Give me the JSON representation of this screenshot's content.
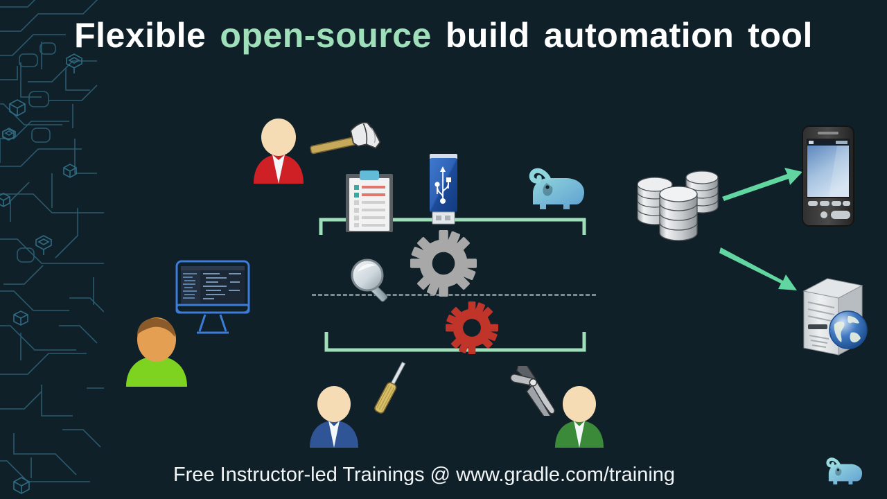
{
  "slide": {
    "background_color": "#102029",
    "accent_color": "#9fe0ba",
    "title": {
      "words": [
        {
          "text": "Flexible",
          "accent": false
        },
        {
          "text": "open-source",
          "accent": true
        },
        {
          "text": "build",
          "accent": false
        },
        {
          "text": "automation",
          "accent": false
        },
        {
          "text": "tool",
          "accent": false
        }
      ],
      "full_text": "Flexible open-source build automation tool"
    },
    "footer": {
      "text": "Free Instructor-led Trainings @ www.gradle.com/training",
      "logo_name": "gradle-elephant-logo",
      "logo_color": "#8fc7db"
    }
  },
  "diagram": {
    "description": "Gradle build automation overview diagram",
    "brackets": [
      {
        "name": "top-bracket",
        "color": "#9fe0ba",
        "orientation": "down"
      },
      {
        "name": "bottom-bracket",
        "color": "#9fe0ba",
        "orientation": "up"
      }
    ],
    "separator": {
      "name": "dashed-separator",
      "style": "dashed",
      "color": "#7d8a90"
    },
    "people": [
      {
        "name": "person-red",
        "suit_color": "#cf2026",
        "hair": "none",
        "label": ""
      },
      {
        "name": "person-green-shirt",
        "suit_color": "#7ed321",
        "hair": "#8a5a2b",
        "label": ""
      },
      {
        "name": "person-blue",
        "suit_color": "#2f5596",
        "hair": "none",
        "label": ""
      },
      {
        "name": "person-green",
        "suit_color": "#3a8a3a",
        "hair": "none",
        "label": ""
      }
    ],
    "tools": [
      {
        "name": "hammer-icon",
        "color": "#c7a95b"
      },
      {
        "name": "screwdriver-icon",
        "color": "#d8c06a"
      },
      {
        "name": "pliers-icon",
        "color": "#b9bdc2"
      },
      {
        "name": "magnifier-icon",
        "color": "#c9d2d6"
      }
    ],
    "artifacts": [
      {
        "name": "clipboard-checklist-icon",
        "color": "#ececec"
      },
      {
        "name": "usb-drive-icon",
        "color": "#2f6fc4"
      },
      {
        "name": "gradle-elephant-icon",
        "color": "#7fc3cf"
      },
      {
        "name": "gear-gray-icon",
        "color": "#a8a8a8"
      },
      {
        "name": "gear-red-icon",
        "color": "#c0342a"
      },
      {
        "name": "monitor-ide-icon",
        "color": "#3b7dd8"
      },
      {
        "name": "database-stack-icon",
        "color": "#d4d7d9"
      }
    ],
    "outputs": [
      {
        "name": "mobile-phone-icon",
        "color": "#2b2b2b"
      },
      {
        "name": "web-server-icon",
        "color": "#dfe2e4"
      }
    ],
    "arrows": [
      {
        "name": "arrow-to-mobile",
        "color": "#62d6a0",
        "direction": "up-right"
      },
      {
        "name": "arrow-to-server",
        "color": "#62d6a0",
        "direction": "down-right"
      }
    ]
  }
}
